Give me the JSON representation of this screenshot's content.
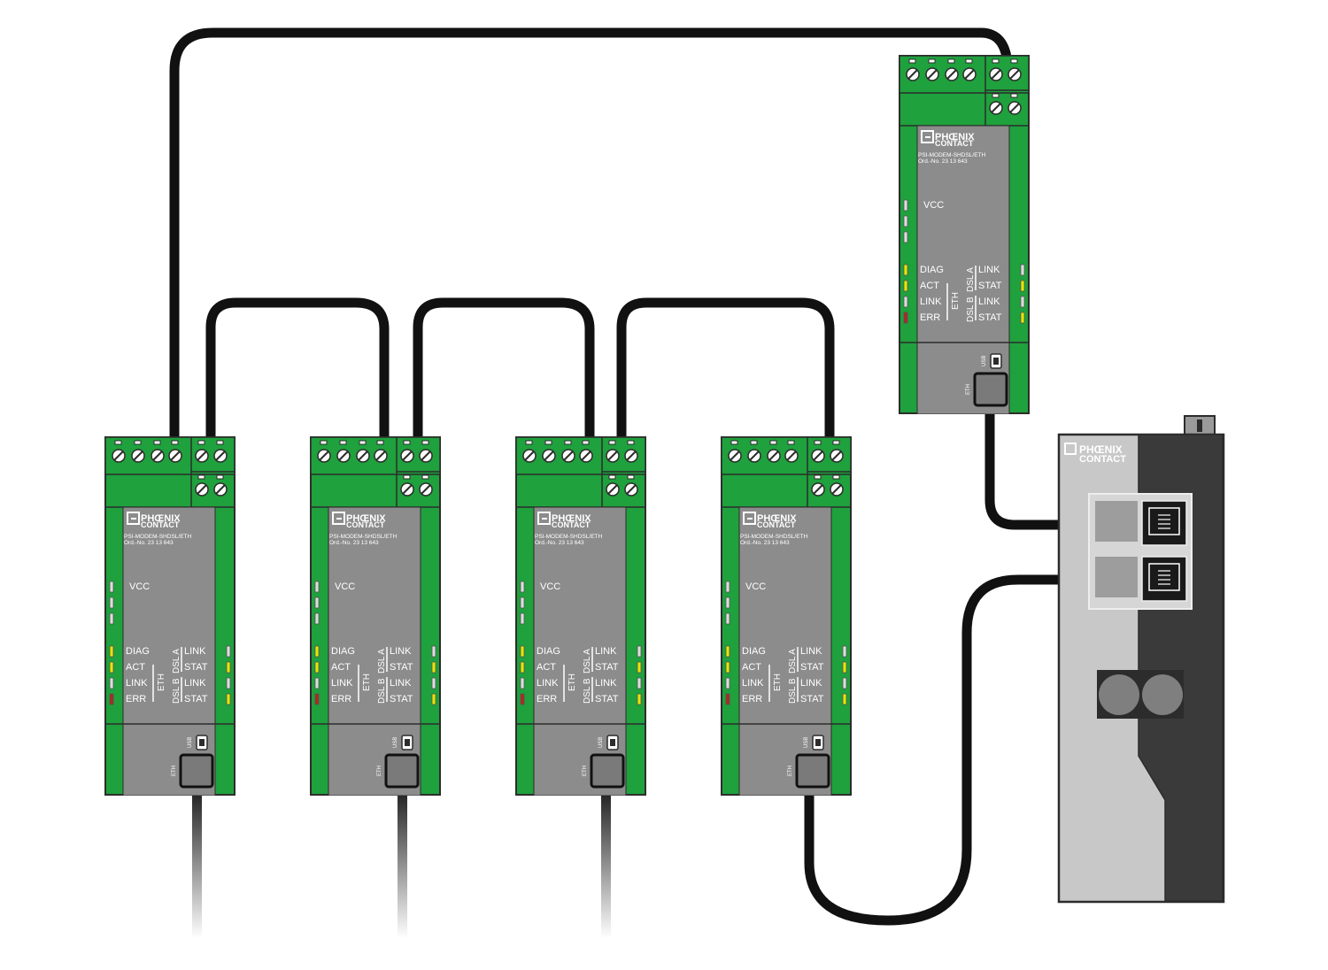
{
  "modem": {
    "brand_line1": "PHŒNIX",
    "brand_line2": "CONTACT",
    "model": "PSI-MODEM-SHDSL/ETH",
    "order_no": "Ord.-No. 23  13  643",
    "vcc": "VCC",
    "diag": "DIAG",
    "act": "ACT",
    "link": "LINK",
    "err": "ERR",
    "eth_group": "ETH",
    "dsl_a": "DSL A",
    "dsl_b": "DSL B",
    "link_right": "LINK",
    "stat": "STAT",
    "usb": "USB",
    "eth_port": "ETH",
    "colors": {
      "housing": "#1fa13d",
      "panel": "#8c8c8c",
      "led_yellow": "#e6e600",
      "led_red": "#b3261e",
      "led_off": "#dcdcdc"
    }
  },
  "modem_count": 5,
  "switch": {
    "brand_line1": "PHŒNIX",
    "brand_line2": "CONTACT",
    "colors": {
      "light": "#c8c8c8",
      "dark": "#3a3a3a"
    }
  },
  "cable_color": "#111111"
}
